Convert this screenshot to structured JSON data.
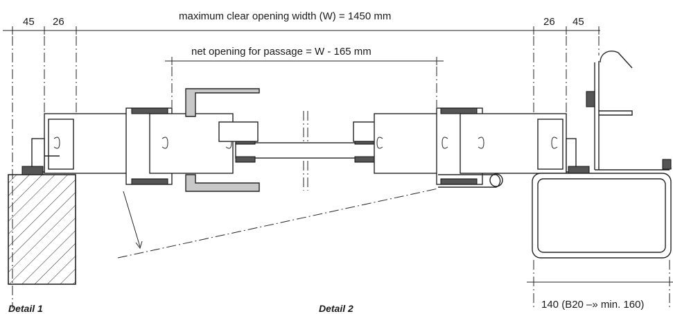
{
  "dimensions": {
    "left_45": "45",
    "left_26": "26",
    "right_26": "26",
    "right_45": "45",
    "max_clear_opening": "maximum clear opening width (W) = 1450 mm",
    "net_opening": "net opening for passage = W - 165 mm",
    "frame_depth": "140 (B20 –» min. 160)"
  },
  "labels": {
    "detail_1": "Detail 1",
    "detail_2": "Detail 2"
  }
}
